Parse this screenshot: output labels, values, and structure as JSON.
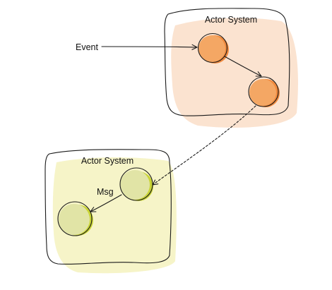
{
  "systems": [
    {
      "id": "top",
      "label": "Actor System",
      "shadow_color": "#fbe3d0"
    },
    {
      "id": "bottom",
      "label": "Actor System",
      "shadow_color": "#f6f4c8"
    }
  ],
  "actors": {
    "top_fill": "#f4a764",
    "top_shade": "#f08a3e",
    "bottom_fill": "#e1e4a6",
    "bottom_shade": "#c9d437"
  },
  "edges": {
    "event_label": "Event",
    "msg_label": "Msg"
  },
  "colors": {
    "stroke": "#1a1a1a",
    "text": "#111111",
    "background": "#ffffff"
  }
}
